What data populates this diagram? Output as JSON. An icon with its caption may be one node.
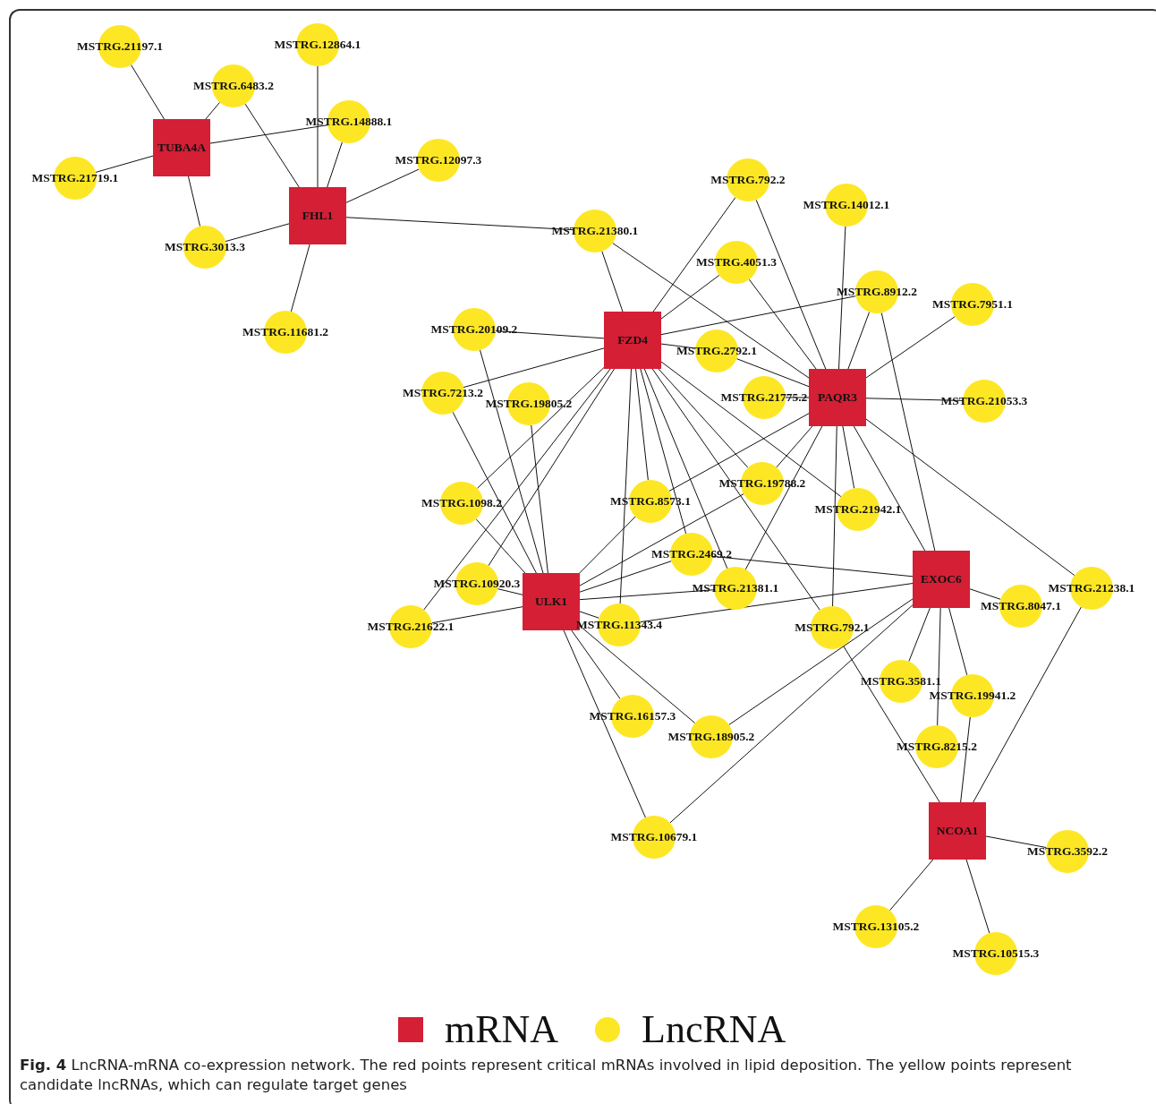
{
  "diagram": {
    "caption": "**Fig. 4** LncRNA-mRNA co-expression network. The red points represent critical mRNAs involved in lipid deposition. The yellow points represent candidate lncRNAs, which can regulate target genes",
    "nodes": [
      {
        "text": [
          "MSTRG.21197.1"
        ]
      },
      {
        "text": [
          "MSTRG.12864.1"
        ]
      },
      {
        "text": [
          "MSTRG.6483.2"
        ]
      },
      {
        "text": [
          "MSTRG.14888.1"
        ]
      },
      {
        "text": [
          "TUBA4A"
        ]
      },
      {
        "text": [
          "MSTRG.12097.3"
        ]
      },
      {
        "text": [
          "MSTRG.21719.1"
        ]
      },
      {
        "text": [
          "MSTRG.792.2"
        ]
      },
      {
        "text": [
          "MSTRG.14012.1"
        ]
      },
      {
        "text": [
          "FHL1"
        ]
      },
      {
        "text": [
          "MSTRG.21380.1"
        ]
      },
      {
        "text": [
          "MSTRG.3013.3"
        ]
      },
      {
        "text": [
          "MSTRG.4051.3"
        ]
      },
      {
        "text": [
          "MSTRG.8912.2"
        ]
      },
      {
        "text": [
          "MSTRG.7951.1"
        ]
      },
      {
        "text": [
          "MSTRG.20109.2"
        ]
      },
      {
        "text": [
          "MSTRG.11681.2"
        ]
      },
      {
        "text": [
          "FZD4"
        ]
      },
      {
        "text": [
          "MSTRG.2792.1"
        ]
      },
      {
        "text": [
          "MSTRG.7213.2"
        ]
      },
      {
        "text": [
          "MSTRG.21775.2"
        ]
      },
      {
        "text": [
          "PAQR3"
        ]
      },
      {
        "text": [
          "MSTRG.21053.3"
        ]
      },
      {
        "text": [
          "MSTRG.19805.2"
        ]
      },
      {
        "text": [
          "MSTRG.8573.1"
        ]
      },
      {
        "text": [
          "MSTRG.19788.2"
        ]
      },
      {
        "text": [
          "MSTRG.1098.2"
        ]
      },
      {
        "text": [
          "MSTRG.21942.1"
        ]
      },
      {
        "text": [
          "MSTRG.2469.2"
        ]
      },
      {
        "text": [
          "EXOC6"
        ]
      },
      {
        "text": [
          "MSTRG.10920.3"
        ]
      },
      {
        "text": [
          "MSTRG.21381.1"
        ]
      },
      {
        "text": [
          "MSTRG.21238.1"
        ]
      },
      {
        "text": [
          "ULK1"
        ]
      },
      {
        "text": [
          "MSTRG.8047.1"
        ]
      },
      {
        "text": [
          "MSTRG.21622.1"
        ]
      },
      {
        "text": [
          "MSTRG.11343.4"
        ]
      },
      {
        "text": [
          "MSTRG.792.1"
        ]
      },
      {
        "text": [
          "MSTRG.3581.1"
        ]
      },
      {
        "text": [
          "MSTRG.19941.2"
        ]
      },
      {
        "text": [
          "MSTRG.16157.3"
        ]
      },
      {
        "text": [
          "MSTRG.18905.2"
        ]
      },
      {
        "text": [
          "MSTRG.8215.2"
        ]
      },
      {
        "text": [
          "NCOA1"
        ]
      },
      {
        "text": [
          "MSTRG.10679.1"
        ]
      },
      {
        "text": [
          "MSTRG.3592.2"
        ]
      },
      {
        "text": [
          "MSTRG.13105.2"
        ]
      },
      {
        "text": [
          "MSTRG.10515.3"
        ]
      }
    ],
    "edges": [
      {
        "from": 4,
        "to": 0,
        "arrow": "none"
      },
      {
        "from": 4,
        "to": 2,
        "arrow": "none"
      },
      {
        "from": 4,
        "to": 3,
        "arrow": "none"
      },
      {
        "from": 4,
        "to": 6,
        "arrow": "none"
      },
      {
        "from": 4,
        "to": 11,
        "arrow": "none"
      },
      {
        "from": 9,
        "to": 1,
        "arrow": "none"
      },
      {
        "from": 9,
        "to": 2,
        "arrow": "none"
      },
      {
        "from": 9,
        "to": 3,
        "arrow": "none"
      },
      {
        "from": 9,
        "to": 5,
        "arrow": "none"
      },
      {
        "from": 9,
        "to": 11,
        "arrow": "none"
      },
      {
        "from": 9,
        "to": 16,
        "arrow": "none"
      },
      {
        "from": 9,
        "to": 10,
        "arrow": "none"
      },
      {
        "from": 17,
        "to": 10,
        "arrow": "none"
      },
      {
        "from": 17,
        "to": 7,
        "arrow": "none"
      },
      {
        "from": 17,
        "to": 12,
        "arrow": "none"
      },
      {
        "from": 17,
        "to": 15,
        "arrow": "none"
      },
      {
        "from": 17,
        "to": 19,
        "arrow": "none"
      },
      {
        "from": 17,
        "to": 13,
        "arrow": "none"
      },
      {
        "from": 17,
        "to": 18,
        "arrow": "none"
      },
      {
        "from": 17,
        "to": 27,
        "arrow": "none"
      },
      {
        "from": 17,
        "to": 26,
        "arrow": "none"
      },
      {
        "from": 17,
        "to": 35,
        "arrow": "none"
      },
      {
        "from": 17,
        "to": 30,
        "arrow": "none"
      },
      {
        "from": 17,
        "to": 36,
        "arrow": "none"
      },
      {
        "from": 17,
        "to": 24,
        "arrow": "none"
      },
      {
        "from": 17,
        "to": 28,
        "arrow": "none"
      },
      {
        "from": 17,
        "to": 31,
        "arrow": "none"
      },
      {
        "from": 17,
        "to": 25,
        "arrow": "none"
      },
      {
        "from": 17,
        "to": 37,
        "arrow": "none"
      },
      {
        "from": 21,
        "to": 10,
        "arrow": "none"
      },
      {
        "from": 21,
        "to": 7,
        "arrow": "none"
      },
      {
        "from": 21,
        "to": 8,
        "arrow": "none"
      },
      {
        "from": 21,
        "to": 12,
        "arrow": "none"
      },
      {
        "from": 21,
        "to": 13,
        "arrow": "none"
      },
      {
        "from": 21,
        "to": 14,
        "arrow": "none"
      },
      {
        "from": 21,
        "to": 18,
        "arrow": "none"
      },
      {
        "from": 21,
        "to": 20,
        "arrow": "none"
      },
      {
        "from": 21,
        "to": 22,
        "arrow": "none"
      },
      {
        "from": 21,
        "to": 27,
        "arrow": "none"
      },
      {
        "from": 21,
        "to": 29,
        "arrow": "none"
      },
      {
        "from": 21,
        "to": 32,
        "arrow": "none"
      },
      {
        "from": 21,
        "to": 37,
        "arrow": "none"
      },
      {
        "from": 21,
        "to": 31,
        "arrow": "none"
      },
      {
        "from": 21,
        "to": 25,
        "arrow": "none"
      },
      {
        "from": 21,
        "to": 24,
        "arrow": "none"
      },
      {
        "from": 29,
        "to": 13,
        "arrow": "none"
      },
      {
        "from": 29,
        "to": 28,
        "arrow": "none"
      },
      {
        "from": 29,
        "to": 36,
        "arrow": "none"
      },
      {
        "from": 29,
        "to": 34,
        "arrow": "none"
      },
      {
        "from": 29,
        "to": 38,
        "arrow": "none"
      },
      {
        "from": 29,
        "to": 42,
        "arrow": "none"
      },
      {
        "from": 29,
        "to": 39,
        "arrow": "none"
      },
      {
        "from": 29,
        "to": 41,
        "arrow": "none"
      },
      {
        "from": 29,
        "to": 44,
        "arrow": "none"
      },
      {
        "from": 33,
        "to": 15,
        "arrow": "none"
      },
      {
        "from": 33,
        "to": 19,
        "arrow": "none"
      },
      {
        "from": 33,
        "to": 23,
        "arrow": "none"
      },
      {
        "from": 33,
        "to": 26,
        "arrow": "none"
      },
      {
        "from": 33,
        "to": 30,
        "arrow": "none"
      },
      {
        "from": 33,
        "to": 35,
        "arrow": "none"
      },
      {
        "from": 33,
        "to": 24,
        "arrow": "none"
      },
      {
        "from": 33,
        "to": 25,
        "arrow": "none"
      },
      {
        "from": 33,
        "to": 28,
        "arrow": "none"
      },
      {
        "from": 33,
        "to": 31,
        "arrow": "none"
      },
      {
        "from": 33,
        "to": 36,
        "arrow": "none"
      },
      {
        "from": 33,
        "to": 40,
        "arrow": "none"
      },
      {
        "from": 33,
        "to": 41,
        "arrow": "none"
      },
      {
        "from": 33,
        "to": 44,
        "arrow": "none"
      },
      {
        "from": 43,
        "to": 37,
        "arrow": "none"
      },
      {
        "from": 43,
        "to": 39,
        "arrow": "none"
      },
      {
        "from": 43,
        "to": 32,
        "arrow": "none"
      },
      {
        "from": 43,
        "to": 45,
        "arrow": "none"
      },
      {
        "from": 43,
        "to": 46,
        "arrow": "none"
      },
      {
        "from": 43,
        "to": 47,
        "arrow": "none"
      }
    ],
    "legend": [
      {
        "text": "mRNA",
        "color": "#d41f35"
      },
      {
        "text": "LncRNA",
        "color": "#fde725"
      }
    ]
  }
}
